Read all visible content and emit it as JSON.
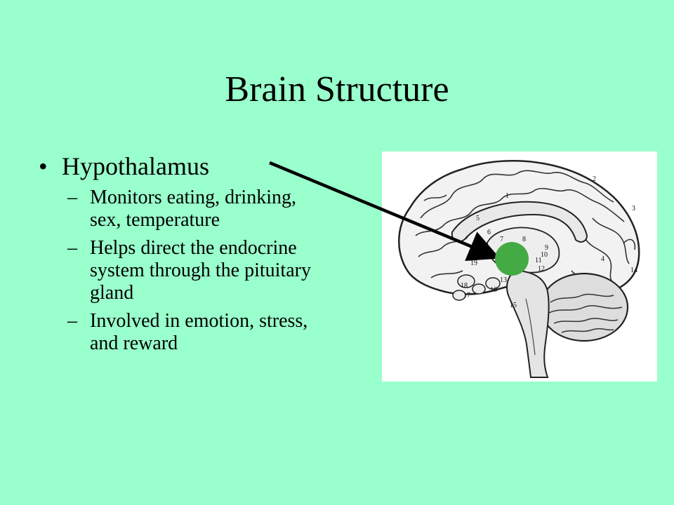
{
  "slide": {
    "title": "Brain Structure",
    "main_bullet": {
      "symbol": "•",
      "text": "Hypothalamus"
    },
    "sub_bullets": [
      {
        "dash": "–",
        "text": "Monitors eating, drinking, sex, temperature"
      },
      {
        "dash": "–",
        "text": "Helps direct the endocrine system through the pituitary gland"
      },
      {
        "dash": "–",
        "text": "Involved in emotion, stress, and reward"
      }
    ]
  },
  "figure": {
    "numbers": [
      "1",
      "2",
      "3",
      "4",
      "5",
      "6",
      "7",
      "8",
      "9",
      "10",
      "11",
      "12",
      "13",
      "14",
      "15",
      "16",
      "17",
      "18",
      "19"
    ],
    "marker_color": "#44aa44",
    "arrow_color": "#000000"
  },
  "colors": {
    "background": "#99ffcc",
    "text": "#000000"
  }
}
